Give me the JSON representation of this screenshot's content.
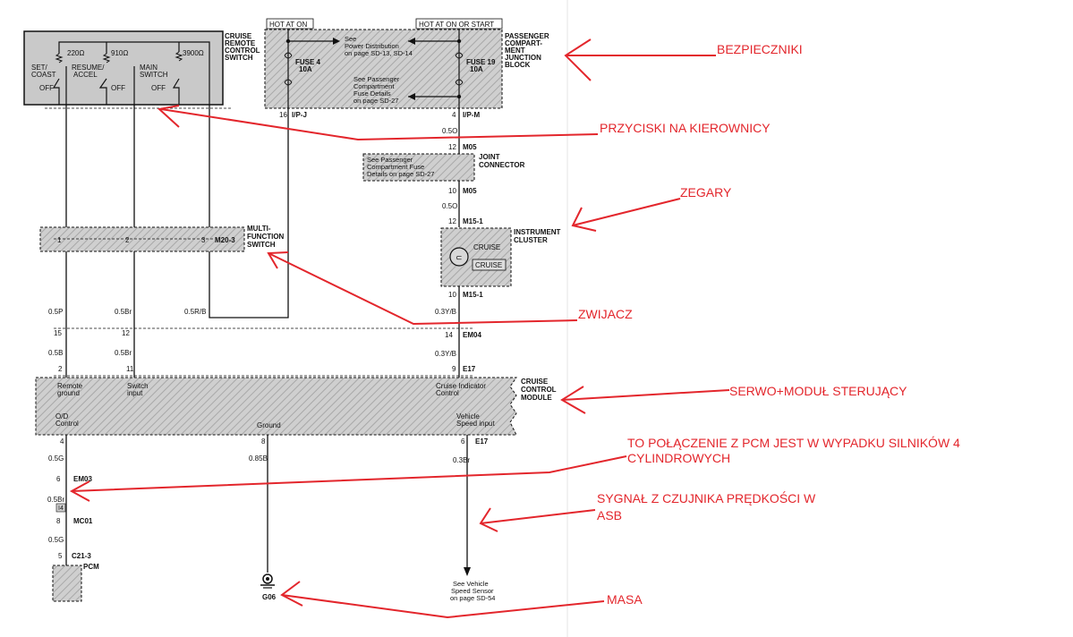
{
  "headers": {
    "hot_at_on": "HOT AT ON",
    "hot_at_on_or_start": "HOT AT ON OR START"
  },
  "switch_box": {
    "title": [
      "CRUISE",
      "REMOTE",
      "CONTROL",
      "SWITCH"
    ],
    "resistors": [
      "220Ω",
      "910Ω",
      "3900Ω"
    ],
    "set_coast": [
      "SET/",
      "COAST"
    ],
    "resume_accel": [
      "RESUME/",
      "ACCEL"
    ],
    "main_switch": [
      "MAIN",
      "SWITCH"
    ],
    "off": "OFF"
  },
  "junction_block": {
    "title": [
      "PASSENGER",
      "COMPART-",
      "MENT",
      "JUNCTION",
      "BLOCK"
    ],
    "fuse4": [
      "FUSE 4",
      "10A"
    ],
    "fuse19": [
      "FUSE 19",
      "10A"
    ],
    "see_pd": [
      "See",
      "Power Distribution",
      "on page SD-13, SD-14"
    ],
    "see_pc": [
      "See Passenger",
      "Compartment",
      "Fuse Details",
      "on page SD-27"
    ]
  },
  "joint_connector": {
    "title": [
      "JOINT",
      "CONNECTOR"
    ],
    "note": [
      "See Passenger",
      "Compartment Fuse",
      "Details on page SD-27"
    ]
  },
  "instrument_cluster": {
    "title": [
      "INSTRUMENT",
      "CLUSTER"
    ],
    "lamp": "CRUISE",
    "indicator": "CRUISE"
  },
  "multi_function": {
    "title": [
      "MULTI-",
      "FUNCTION",
      "SWITCH"
    ],
    "pins": [
      "1",
      "2",
      "3"
    ],
    "conn": "M20-3"
  },
  "module": {
    "title": [
      "CRUISE",
      "CONTROL",
      "MODULE"
    ],
    "remote_ground": [
      "Remote",
      "ground"
    ],
    "switch_input": [
      "Switch",
      "input"
    ],
    "cruise_indicator": [
      "Cruise Indicator",
      "Control"
    ],
    "od_control": [
      "O/D",
      "Control"
    ],
    "ground": "Ground",
    "vehicle_speed": [
      "Vehicle",
      "Speed input"
    ]
  },
  "wires": {
    "p16": "16",
    "ipj": "I/P-J",
    "p4": "4",
    "ipm": "I/P-M",
    "w05o_a": "0.5O",
    "p12": "12",
    "m05": "M05",
    "p10": "10",
    "w05o_b": "0.5O",
    "m151": "M15-1",
    "w05p": "0.5P",
    "w05br": "0.5Br",
    "w05rb": "0.5R/B",
    "w03yb": "0.3Y/B",
    "p15": "15",
    "p14": "14",
    "em04": "EM04",
    "w05b": "0.5B",
    "p2": "2",
    "p11": "11",
    "p9": "9",
    "e17": "E17",
    "p8": "8",
    "p6": "6",
    "w05g": "0.5G",
    "w085b": "0.85B",
    "w03br": "0.3Br",
    "em03": "EM03",
    "w05br_b": "0.5Br",
    "i4": "I4",
    "mc01": "MC01",
    "p5": "5",
    "c213": "C21-3",
    "pcm": "PCM",
    "g06": "G06",
    "see_vss": [
      "See Vehicle",
      "Speed Sensor",
      "on page SD-54"
    ]
  },
  "annotations": {
    "bezpieczniki": "BEZPIECZNIKI",
    "przyciski": "PRZYCISKI NA KIEROWNICY",
    "zegary": "ZEGARY",
    "zwijacz": "ZWIJACZ",
    "serwo": "SERWO+MODUŁ STERUJĄCY",
    "pcm_note": [
      "TO POŁĄCZENIE Z PCM JEST W WYPADKU SILNIKÓW 4",
      "CYLINDROWYCH"
    ],
    "sygnal": [
      "SYGNAŁ Z CZUJNIKA PRĘDKOŚCI W",
      "ASB"
    ],
    "masa": "MASA"
  },
  "colors": {
    "annotation_red": "#e3262c",
    "line": "#111111",
    "box_fill": "#c8c8c8"
  }
}
